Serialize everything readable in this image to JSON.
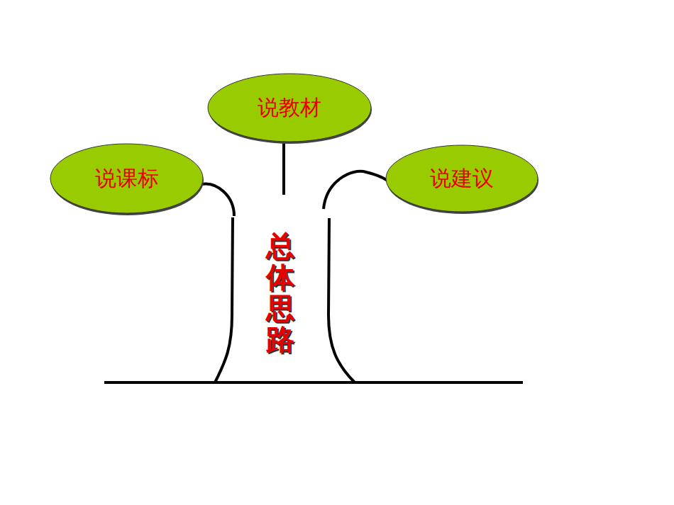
{
  "diagram": {
    "nodes": [
      {
        "text": [
          "总体思路"
        ]
      },
      {
        "text": [
          "说课标"
        ]
      },
      {
        "text": [
          "说教材"
        ]
      },
      {
        "text": [
          "说建议"
        ]
      }
    ],
    "edges": [
      {
        "from": 0,
        "to": 1,
        "arrow": "none"
      },
      {
        "from": 0,
        "to": 2,
        "arrow": "none"
      },
      {
        "from": 0,
        "to": 3,
        "arrow": "none"
      }
    ]
  }
}
